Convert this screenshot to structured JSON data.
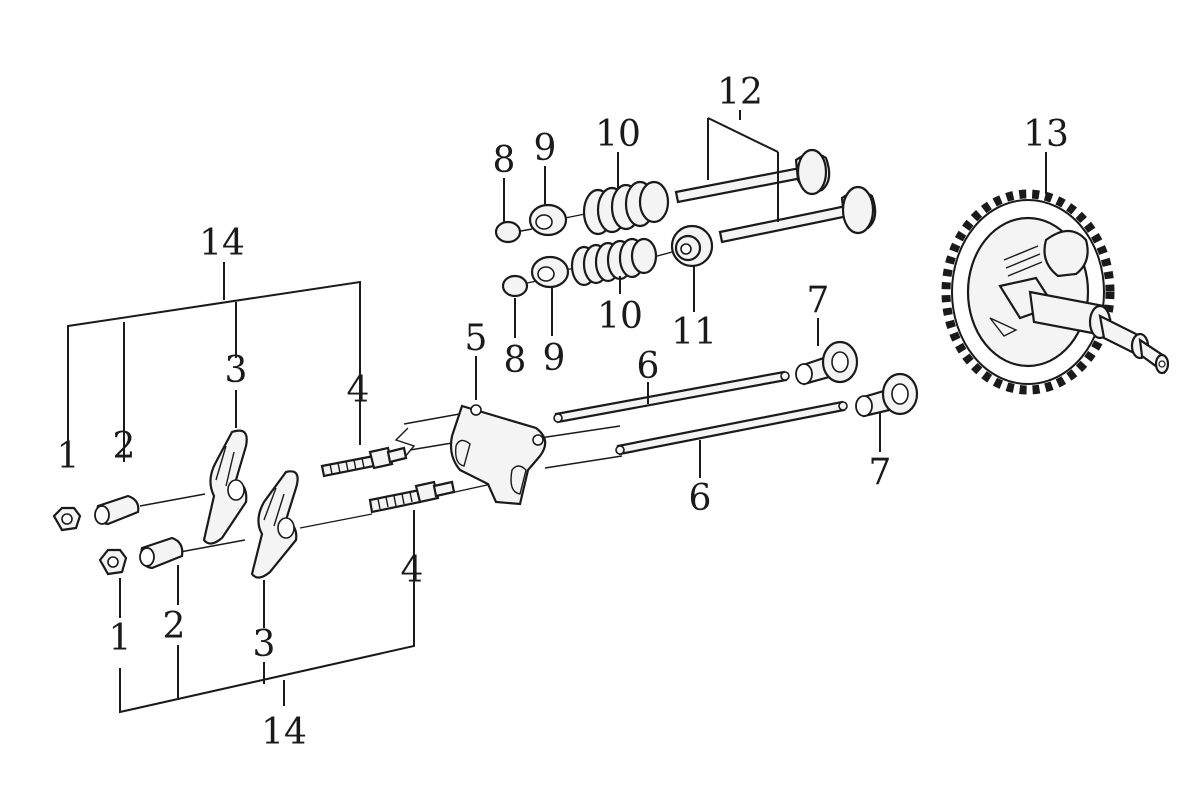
{
  "labels": {
    "l1a": "1",
    "l2a": "2",
    "l3a": "3",
    "l4a": "4",
    "l14a": "14",
    "l1b": "1",
    "l2b": "2",
    "l3b": "3",
    "l4b": "4",
    "l14b": "14",
    "l5": "5",
    "l6a": "6",
    "l6b": "6",
    "l7a": "7",
    "l7b": "7",
    "l8a": "8",
    "l8b": "8",
    "l9a": "9",
    "l9b": "9",
    "l10a": "10",
    "l10b": "10",
    "l11": "11",
    "l12": "12",
    "l13": "13"
  },
  "line_color": "#1a1a1a",
  "background": "#ffffff"
}
